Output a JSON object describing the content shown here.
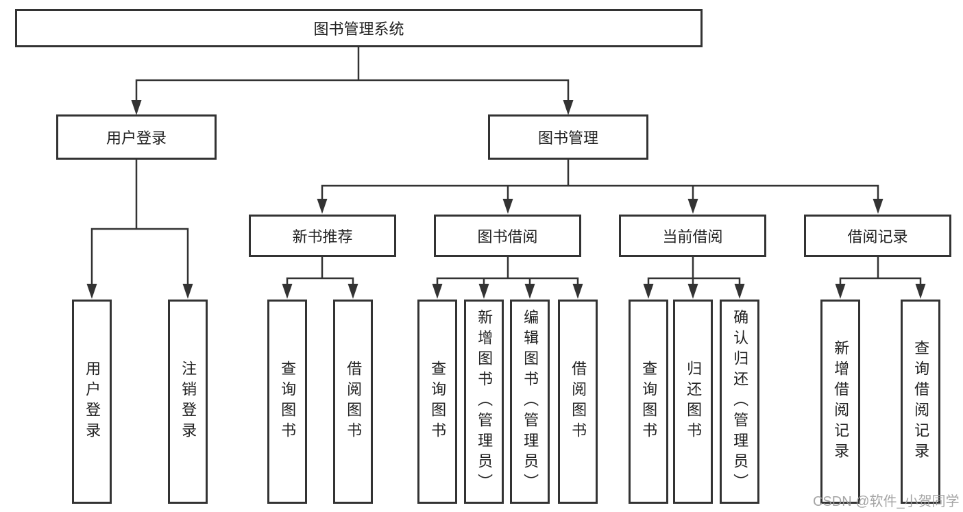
{
  "diagram": {
    "title": "图书管理系统",
    "root": {
      "label": "图书管理系统"
    },
    "level2": [
      {
        "label": "用户登录"
      },
      {
        "label": "图书管理"
      }
    ],
    "level3": [
      {
        "label": "新书推荐",
        "parent": "图书管理"
      },
      {
        "label": "图书借阅",
        "parent": "图书管理"
      },
      {
        "label": "当前借阅",
        "parent": "图书管理"
      },
      {
        "label": "借阅记录",
        "parent": "图书管理"
      }
    ],
    "leaves": [
      {
        "label": "用户登录",
        "parent": "用户登录"
      },
      {
        "label": "注销登录",
        "parent": "用户登录"
      },
      {
        "label": "查询图书",
        "parent": "新书推荐"
      },
      {
        "label": "借阅图书",
        "parent": "新书推荐"
      },
      {
        "label": "查询图书",
        "parent": "图书借阅"
      },
      {
        "label": "新增图书（管理员）",
        "parent": "图书借阅"
      },
      {
        "label": "编辑图书（管理员）",
        "parent": "图书借阅"
      },
      {
        "label": "借阅图书",
        "parent": "图书借阅"
      },
      {
        "label": "查询图书",
        "parent": "当前借阅"
      },
      {
        "label": "归还图书",
        "parent": "当前借阅"
      },
      {
        "label": "确认归还（管理员）",
        "parent": "当前借阅"
      },
      {
        "label": "新增借阅记录",
        "parent": "借阅记录"
      },
      {
        "label": "查询借阅记录",
        "parent": "借阅记录"
      }
    ],
    "watermark": "CSDN @软件_小贺同学",
    "colors": {
      "line": "#333333",
      "text": "#222222",
      "box_background": "#ffffff",
      "watermark": "#9c9c9c"
    }
  }
}
